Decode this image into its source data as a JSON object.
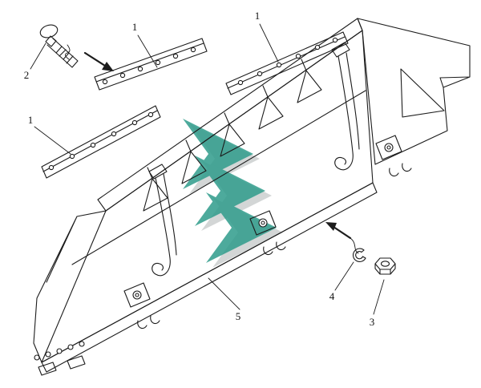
{
  "figure": {
    "callouts": [
      {
        "id": "cutting-edge-upper-left",
        "label": "1"
      },
      {
        "id": "cutting-edge-upper-right",
        "label": "1"
      },
      {
        "id": "cutting-edge-lower-left",
        "label": "1"
      },
      {
        "id": "carriage-bolt",
        "label": "2"
      },
      {
        "id": "hex-nut",
        "label": "3"
      },
      {
        "id": "lock-washer",
        "label": "4"
      },
      {
        "id": "blade-assembly",
        "label": "5"
      }
    ],
    "colors": {
      "line": "#1c1c1c",
      "watermark_teal": "#2f9c8b",
      "watermark_shadow": "#a8aeae",
      "background": "#ffffff"
    }
  }
}
